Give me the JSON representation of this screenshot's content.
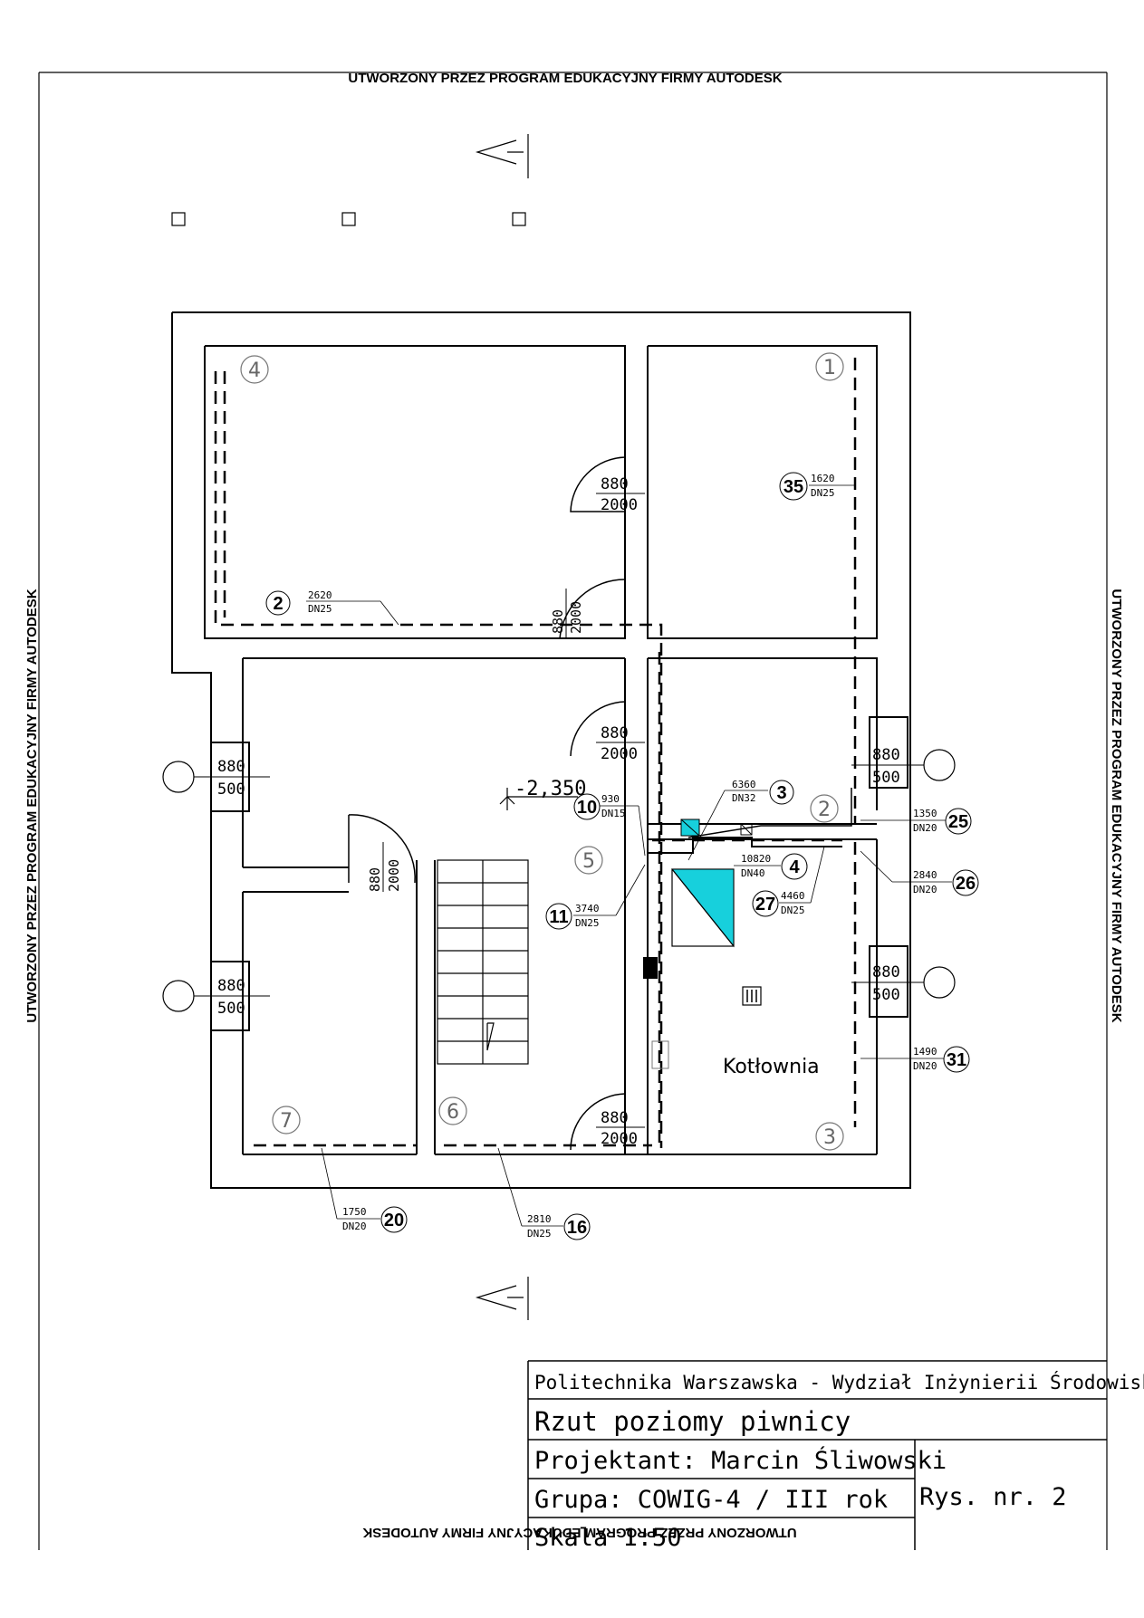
{
  "watermark": "UTWORZONY PRZEZ PROGRAM EDUKACYJNY FIRMY AUTODESK",
  "level_mark": "-2,350",
  "room_label": "Kotłownia",
  "doors": [
    {
      "w": "880",
      "h": "2000"
    },
    {
      "w": "880",
      "h": "2000"
    },
    {
      "w": "880",
      "h": "2000"
    },
    {
      "w": "880",
      "h": "2000"
    },
    {
      "w": "880",
      "h": "2000"
    }
  ],
  "windows": [
    {
      "w": "880",
      "h": "500"
    },
    {
      "w": "880",
      "h": "500"
    },
    {
      "w": "880",
      "h": "500"
    },
    {
      "w": "880",
      "h": "500"
    }
  ],
  "radiators": [
    "1",
    "2",
    "3",
    "4",
    "5",
    "6",
    "7"
  ],
  "pipes": [
    {
      "id": "2",
      "len": "2620",
      "dn": "DN25"
    },
    {
      "id": "35",
      "len": "1620",
      "dn": "DN25"
    },
    {
      "id": "3",
      "len": "6360",
      "dn": "DN32"
    },
    {
      "id": "10",
      "len": "930",
      "dn": "DN15"
    },
    {
      "id": "25",
      "len": "1350",
      "dn": "DN20"
    },
    {
      "id": "4",
      "len": "10820",
      "dn": "DN40"
    },
    {
      "id": "26",
      "len": "2840",
      "dn": "DN20"
    },
    {
      "id": "27",
      "len": "4460",
      "dn": "DN25"
    },
    {
      "id": "11",
      "len": "3740",
      "dn": "DN25"
    },
    {
      "id": "31",
      "len": "1490",
      "dn": "DN20"
    },
    {
      "id": "20",
      "len": "1750",
      "dn": "DN20"
    },
    {
      "id": "16",
      "len": "2810",
      "dn": "DN25"
    }
  ],
  "title_block": {
    "university": "Politechnika Warszawska - Wydział Inżynierii Środowiska",
    "drawing_title": "Rzut poziomy piwnicy",
    "designer": "Projektant: Marcin Śliwowski",
    "group": "Grupa: COWIG-4 / III rok",
    "scale": "Skala 1:50",
    "drawing_no": "Rys. nr. 2"
  },
  "colors": {
    "boiler": "#17d0dc",
    "line": "#000000",
    "faint": "#777777"
  }
}
